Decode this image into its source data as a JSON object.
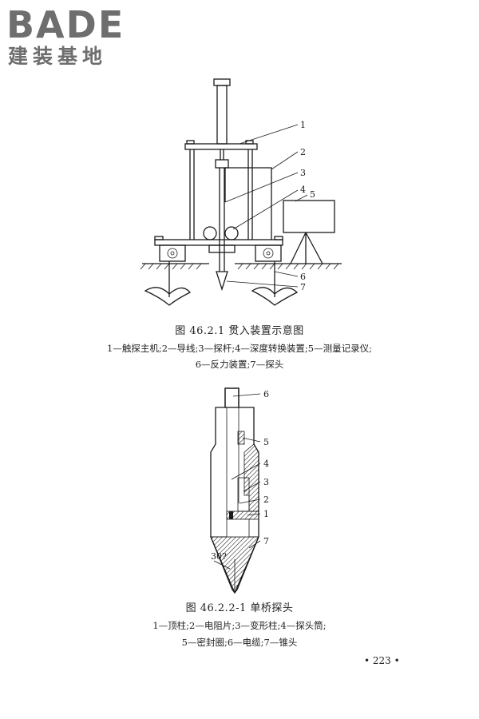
{
  "logo": {
    "brand": "BADE",
    "subtitle": "建装基地"
  },
  "figure1": {
    "caption": "图 46.2.1   贯入装置示意图",
    "legend_line1": "1—触探主机;2—导线;3—探杆;4—深度转换装置;5—测量记录仪;",
    "legend_line2": "6—反力装置;7—探头",
    "labels": [
      "1",
      "2",
      "3",
      "4",
      "5",
      "6",
      "7"
    ]
  },
  "figure2": {
    "caption": "图 46.2.2-1   单桥探头",
    "legend_line1": "1—顶柱;2—电阻片;3—变形柱;4—探头筒;",
    "legend_line2": "5—密封圈;6—电缆;7—锥头",
    "labels": [
      "6",
      "5",
      "4",
      "3",
      "2",
      "1",
      "7"
    ],
    "angle_label": "30?"
  },
  "page_number": "• 223 •"
}
